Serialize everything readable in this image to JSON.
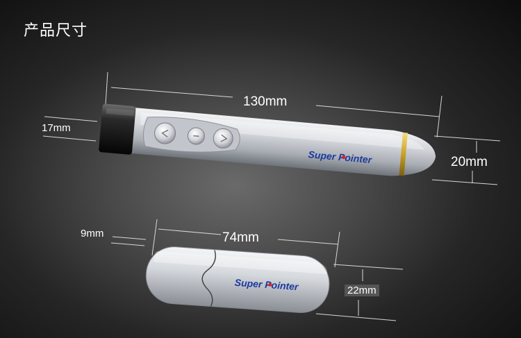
{
  "title": "产品尺寸",
  "pointer": {
    "length_label": "130mm",
    "height_label": "20mm",
    "tip_label": "17mm",
    "brand": "Super Pointer",
    "body_color": "#c9ccd2",
    "accent_color": "#c9a227"
  },
  "receiver": {
    "length_label": "74mm",
    "height_label": "22mm",
    "thickness_label": "9mm",
    "brand": "Super Pointer"
  },
  "colors": {
    "brand_text": "#1a3a9e",
    "brand_dot": "#e02020",
    "dimension_lines": "#d8d8d8"
  },
  "icons": [
    "left-arrow-icon",
    "home-icon",
    "right-arrow-icon"
  ]
}
